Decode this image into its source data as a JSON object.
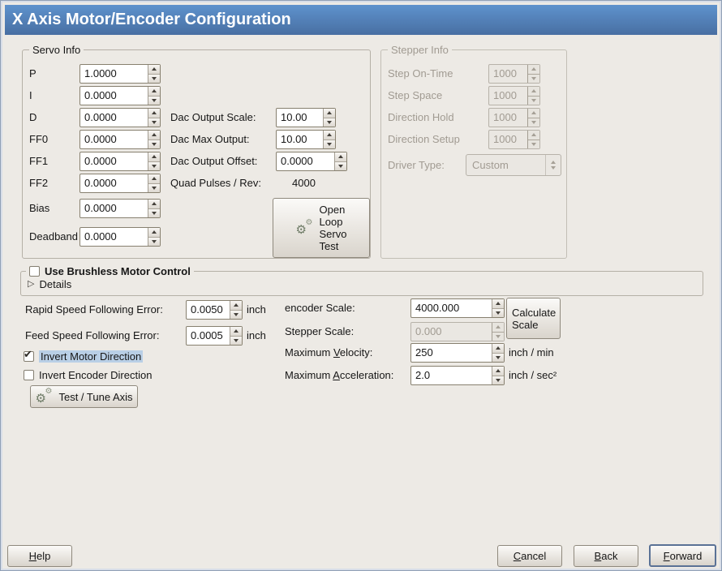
{
  "window": {
    "title": "X Axis Motor/Encoder Configuration"
  },
  "icons": {
    "gear": "⚙",
    "check": "✔",
    "expander": "▷"
  },
  "colors": {
    "titlebar_top": "#5e92cd",
    "titlebar_bottom": "#486fa2",
    "selection_highlight": "#b9cfe6"
  },
  "servo_info": {
    "title": "Servo Info",
    "gains": [
      {
        "label": "P",
        "value": "1.0000"
      },
      {
        "label": "I",
        "value": "0.0000"
      },
      {
        "label": "D",
        "value": "0.0000"
      },
      {
        "label": "FF0",
        "value": "0.0000"
      },
      {
        "label": "FF1",
        "value": "0.0000"
      },
      {
        "label": "FF2",
        "value": "0.0000"
      },
      {
        "label": "Bias",
        "value": "0.0000"
      },
      {
        "label": "Deadband",
        "value": "0.0000"
      }
    ],
    "dac": [
      {
        "label": "Dac Output Scale:",
        "value": "10.00"
      },
      {
        "label": "Dac Max Output:",
        "value": "10.00"
      },
      {
        "label": "Dac Output Offset:",
        "value": "0.0000"
      }
    ],
    "quad_pulses_label": "Quad Pulses / Rev:",
    "quad_pulses_value": "4000",
    "open_loop_button_lines": [
      "Open",
      "Loop",
      "Servo",
      "Test"
    ]
  },
  "stepper_info": {
    "title": "Stepper Info",
    "timings": [
      {
        "label": "Step On-Time",
        "value": "1000"
      },
      {
        "label": "Step Space",
        "value": "1000"
      },
      {
        "label": "Direction Hold",
        "value": "1000"
      },
      {
        "label": "Direction Setup",
        "value": "1000"
      }
    ],
    "driver_type_label": "Driver Type:",
    "driver_type_value": "Custom"
  },
  "brushless": {
    "checkbox_label": "Use Brushless Motor Control",
    "details_label": "Details"
  },
  "following_error": {
    "rapid_label": "Rapid Speed Following Error:",
    "rapid_value": "0.0050",
    "rapid_unit": "inch",
    "feed_label": "Feed Speed Following Error:",
    "feed_value": "0.0005",
    "feed_unit": "inch"
  },
  "direction": {
    "invert_motor_label": "Invert Motor Direction",
    "invert_encoder_label": "Invert Encoder Direction",
    "test_tune_button": "Test / Tune Axis"
  },
  "scale": {
    "encoder_scale_label": "encoder Scale:",
    "encoder_scale_value": "4000.000",
    "calculate_button_lines": [
      "Calculate",
      "Scale"
    ],
    "stepper_scale_label": "Stepper Scale:",
    "stepper_scale_value": "0.000",
    "max_velocity_label": "Maximum Velocity:",
    "max_velocity_value": "250",
    "max_velocity_unit": "inch / min",
    "max_accel_label": "Maximum Acceleration:",
    "max_accel_value": "2.0",
    "max_accel_unit": "inch / sec²"
  },
  "footer": {
    "help": "Help",
    "cancel": "Cancel",
    "back": "Back",
    "forward": "Forward"
  }
}
